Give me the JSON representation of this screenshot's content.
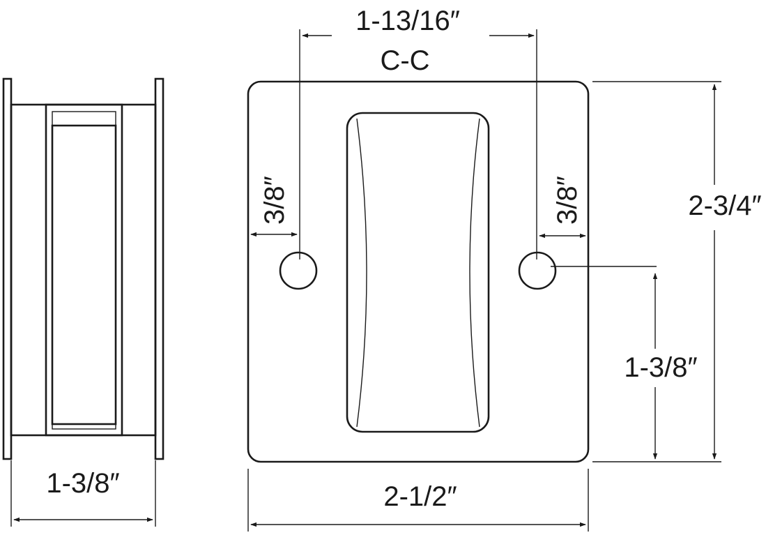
{
  "diagram": {
    "front_view": {
      "center_to_center": "1-13/16″",
      "center_to_center_note": "C-C",
      "left_hole_edge_offset": "3/8″",
      "right_hole_edge_offset": "3/8″",
      "height": "2-3/4″",
      "hole_height_from_bottom": "1-3/8″",
      "width": "2-1/2″"
    },
    "side_view": {
      "depth": "1-3/8″"
    }
  }
}
